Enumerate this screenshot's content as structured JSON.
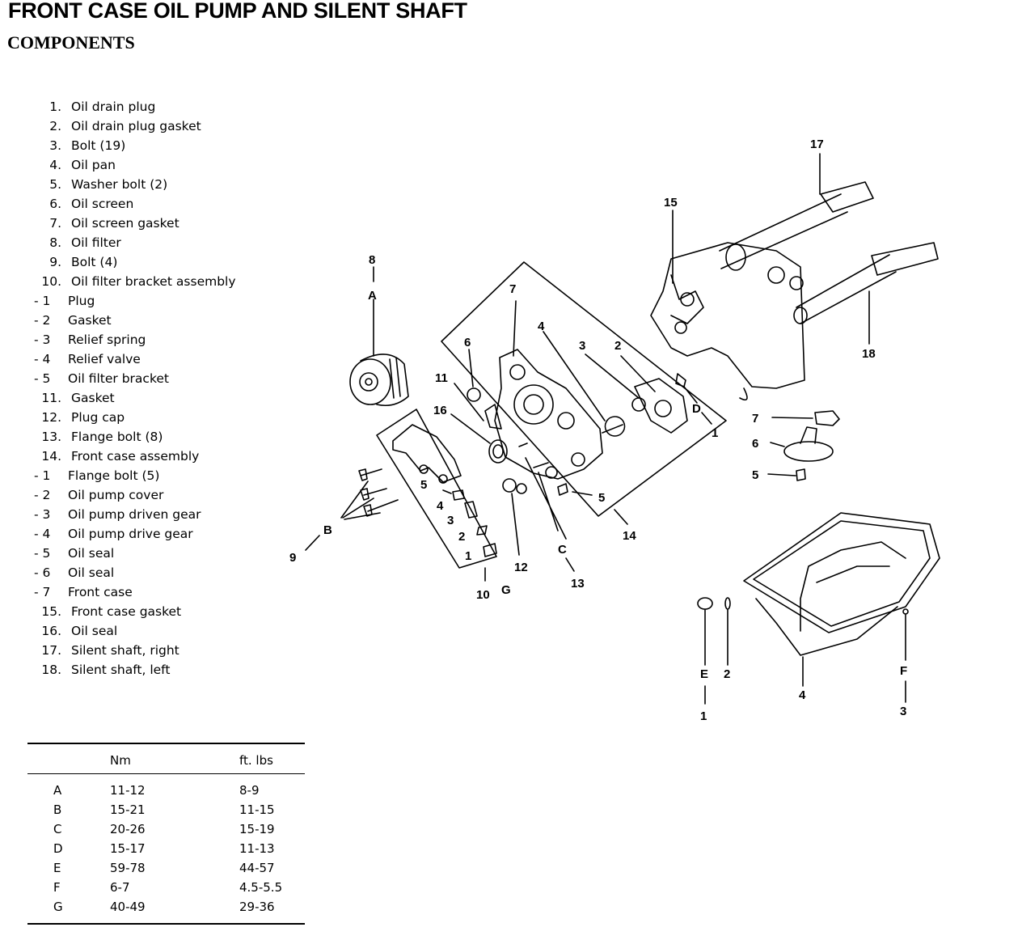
{
  "header": {
    "title": "FRONT CASE OIL PUMP AND SILENT SHAFT",
    "subtitle": "COMPONENTS"
  },
  "legend": [
    {
      "num": "1.",
      "text": "Oil drain plug"
    },
    {
      "num": "2.",
      "text": "Oil drain plug gasket"
    },
    {
      "num": "3.",
      "text": "Bolt (19)"
    },
    {
      "num": "4.",
      "text": "Oil pan"
    },
    {
      "num": "5.",
      "text": "Washer bolt (2)"
    },
    {
      "num": "6.",
      "text": "Oil screen"
    },
    {
      "num": "7.",
      "text": "Oil screen gasket"
    },
    {
      "num": "8.",
      "text": "Oil filter"
    },
    {
      "num": "9.",
      "text": "Bolt (4)"
    },
    {
      "num": "10.",
      "text": "Oil filter bracket assembly"
    },
    {
      "num": "- 1",
      "text": "Plug",
      "sub": true
    },
    {
      "num": "- 2",
      "text": "Gasket",
      "sub": true
    },
    {
      "num": "- 3",
      "text": "Relief spring",
      "sub": true
    },
    {
      "num": "- 4",
      "text": "Relief valve",
      "sub": true
    },
    {
      "num": "- 5",
      "text": "Oil filter bracket",
      "sub": true
    },
    {
      "num": "11.",
      "text": "Gasket"
    },
    {
      "num": "12.",
      "text": "Plug cap"
    },
    {
      "num": "13.",
      "text": "Flange bolt (8)"
    },
    {
      "num": "14.",
      "text": "Front case assembly"
    },
    {
      "num": "- 1",
      "text": "Flange bolt (5)",
      "sub": true
    },
    {
      "num": "- 2",
      "text": "Oil pump cover",
      "sub": true
    },
    {
      "num": "- 3",
      "text": "Oil pump driven gear",
      "sub": true
    },
    {
      "num": "- 4",
      "text": "Oil pump drive gear",
      "sub": true
    },
    {
      "num": "- 5",
      "text": "Oil seal",
      "sub": true
    },
    {
      "num": "- 6",
      "text": "Oil seal",
      "sub": true
    },
    {
      "num": "- 7",
      "text": "Front case",
      "sub": true
    },
    {
      "num": "15.",
      "text": "Front case gasket"
    },
    {
      "num": "16.",
      "text": "Oil seal"
    },
    {
      "num": "17.",
      "text": "Silent shaft, right"
    },
    {
      "num": "18.",
      "text": "Silent shaft, left"
    }
  ],
  "torque_table": {
    "headers": [
      "",
      "Nm",
      "ft. lbs"
    ],
    "rows": [
      [
        "A",
        "11-12",
        "8-9"
      ],
      [
        "B",
        "15-21",
        "11-15"
      ],
      [
        "C",
        "20-26",
        "15-19"
      ],
      [
        "D",
        "15-17",
        "11-13"
      ],
      [
        "E",
        "59-78",
        "44-57"
      ],
      [
        "F",
        "6-7",
        "4.5-5.5"
      ],
      [
        "G",
        "40-49",
        "29-36"
      ]
    ]
  },
  "callouts": {
    "c1": "1",
    "c2": "2",
    "c3": "3",
    "c4": "4",
    "c5": "5",
    "c6": "6",
    "c7": "7",
    "c8": "8",
    "c9": "9",
    "c10": "10",
    "c11": "11",
    "c12": "12",
    "c13": "13",
    "c14": "14",
    "c15": "15",
    "c16": "16",
    "c17": "17",
    "c18": "18",
    "cA": "A",
    "cB": "B",
    "cC": "C",
    "cD": "D",
    "cE": "E",
    "cF": "F",
    "cG": "G",
    "p7": "7",
    "p4": "4",
    "p3": "3",
    "p2": "2",
    "p1": "1",
    "p6": "6",
    "p11": "11",
    "p16": "16",
    "p5a": "5",
    "b5": "5",
    "b4": "4",
    "b3": "3",
    "b2": "2",
    "b1": "1",
    "s7": "7",
    "s6": "6",
    "s5": "5",
    "d1": "1",
    "d2": "2",
    "d3": "3",
    "d4": "4"
  }
}
